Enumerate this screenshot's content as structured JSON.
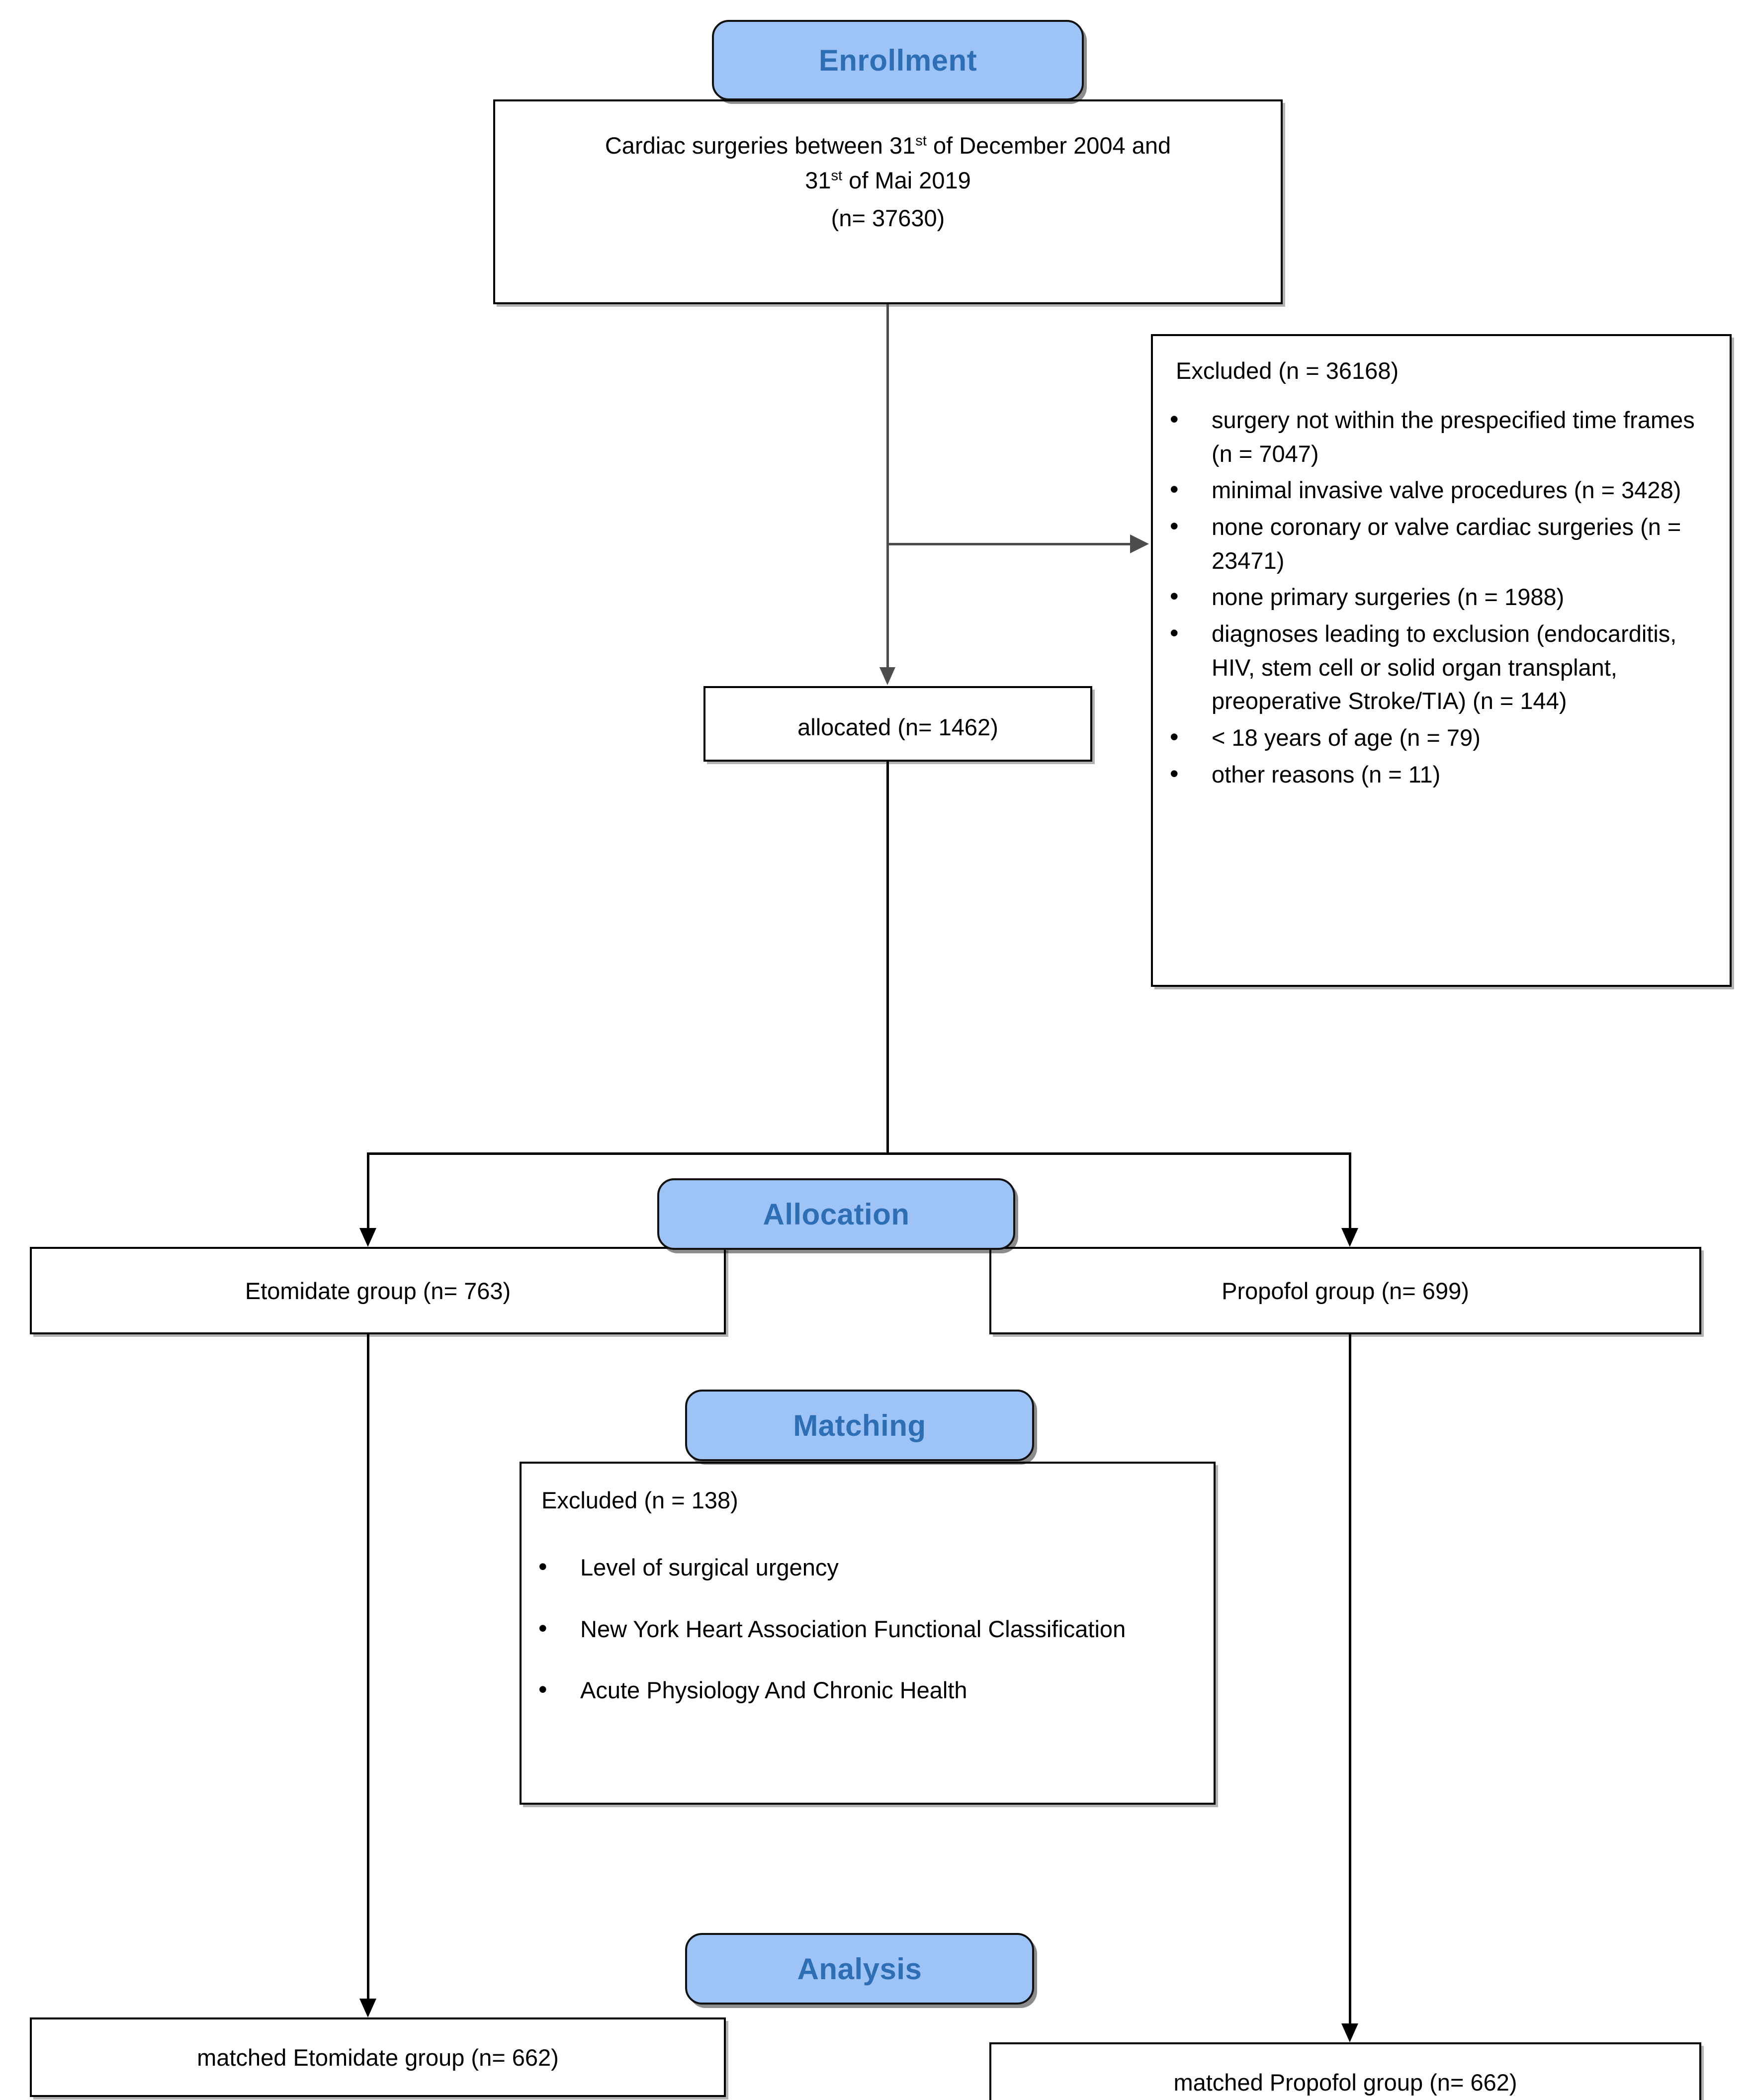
{
  "diagram": {
    "title": "CONSORT-style study flow diagram",
    "accent_color": "#9DC3F7",
    "accent_text_color": "#2E6EB5",
    "line_color": "#4d4d4d"
  },
  "stages": {
    "enrollment_label": "Enrollment",
    "allocation_label": "Allocation",
    "matching_label": "Matching",
    "analysis_label": "Analysis"
  },
  "enrollment": {
    "line1_pre": "Cardiac surgeries between 31",
    "line1_sup": "st",
    "line1_post": " of December 2004 and",
    "line2_pre": "31",
    "line2_sup": "st",
    "line2_post": " of Mai 2019",
    "line3": "(n= 37630)"
  },
  "excluded_enrollment": {
    "title": "Excluded (n = 36168)",
    "items": [
      "surgery not within the prespecified time frames (n = 7047)",
      "minimal invasive valve procedures (n = 3428)",
      "none coronary or valve cardiac surgeries (n = 23471)",
      "none primary surgeries (n = 1988)",
      "diagnoses leading to exclusion (endocarditis, HIV, stem cell or solid organ transplant, preoperative Stroke/TIA) (n = 144)",
      "< 18 years of age (n = 79)",
      "other reasons (n = 11)"
    ]
  },
  "allocated": {
    "label": "allocated (n= 1462)"
  },
  "allocation_groups": {
    "left": "Etomidate group (n= 763)",
    "right": "Propofol group (n= 699)"
  },
  "excluded_matching": {
    "title": "Excluded (n = 138)",
    "items": [
      "Level of surgical urgency",
      "New York Heart Association Functional Classification",
      "Acute Physiology And Chronic Health"
    ]
  },
  "analysis_groups": {
    "left": "matched Etomidate group (n= 662)",
    "right": "matched Propofol group (n= 662)"
  }
}
